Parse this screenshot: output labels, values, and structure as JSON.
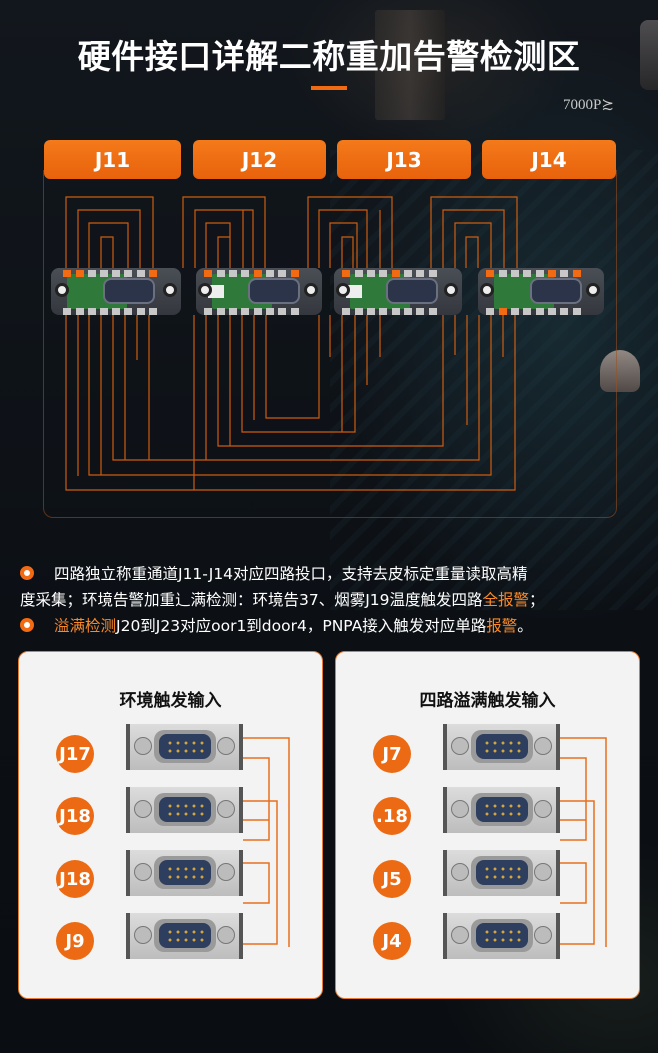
{
  "header": {
    "title": "硬件接口详解二称重加告警检测区",
    "note": "7000P≿"
  },
  "weigh_channels": [
    {
      "label": "J11"
    },
    {
      "label": "J12"
    },
    {
      "label": "J13"
    },
    {
      "label": "J14"
    }
  ],
  "bullets": [
    {
      "segments": [
        {
          "text": "四路独立称重通道J11-J14对应四路投口，支持去皮标定重量读取高精",
          "highlight": false
        }
      ]
    },
    {
      "segments": [
        {
          "text": "度采集；环境告警加重辶满检测：环境告37、烟雾J19温度触发四路",
          "highlight": false
        },
        {
          "text": "全报警",
          "highlight": true
        },
        {
          "text": "；",
          "highlight": false
        }
      ]
    },
    {
      "segments": [
        {
          "text": "溢满检测",
          "highlight": true
        },
        {
          "text": "J20到J23对应oor1到door4，PNPA接入触发对应单路",
          "highlight": false
        },
        {
          "text": "报警",
          "highlight": true
        },
        {
          "text": "。",
          "highlight": false
        }
      ]
    }
  ],
  "cards": [
    {
      "title": "环境触发输入",
      "ports": [
        {
          "label": "J17"
        },
        {
          "label": "J18"
        },
        {
          "label": "J18"
        },
        {
          "label": "J9"
        }
      ]
    },
    {
      "title": "四路溢满触发输入",
      "ports": [
        {
          "label": "J7"
        },
        {
          "label": ".18"
        },
        {
          "label": "J5"
        },
        {
          "label": "J4"
        }
      ]
    }
  ],
  "colors": {
    "accent": "#f26a12",
    "trace": "#e0650f",
    "background": "#0d1116",
    "card": "#f3f3f3"
  }
}
